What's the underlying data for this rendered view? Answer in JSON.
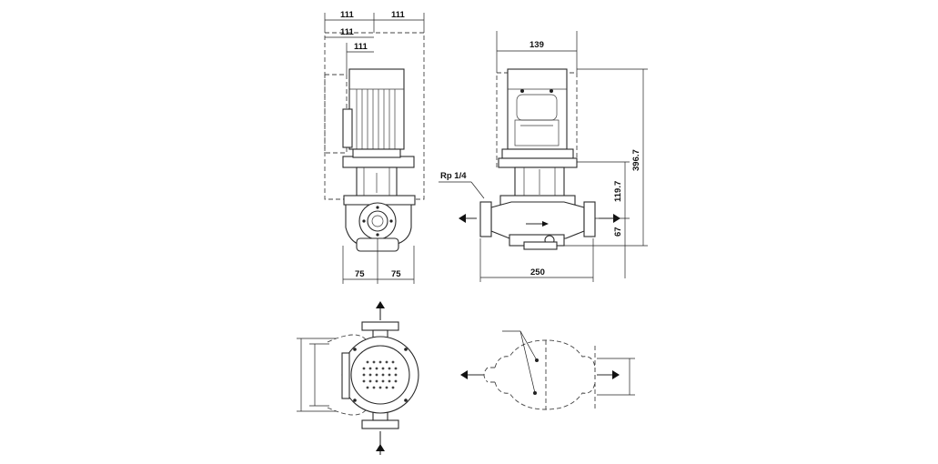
{
  "colors": {
    "line": "#2a2a2a",
    "background": "#ffffff",
    "fill": "#d9d9d9"
  },
  "front_view": {
    "dims_top": [
      "111",
      "111",
      "111",
      "111"
    ],
    "dims_bottom": [
      "75",
      "75"
    ]
  },
  "side_view": {
    "dim_width_top": "139",
    "dim_length": "250",
    "dim_total_height": "396.7",
    "dim_shaft_height": "119.7",
    "dim_port_height": "67",
    "connection_label": "Rp 1/4"
  }
}
